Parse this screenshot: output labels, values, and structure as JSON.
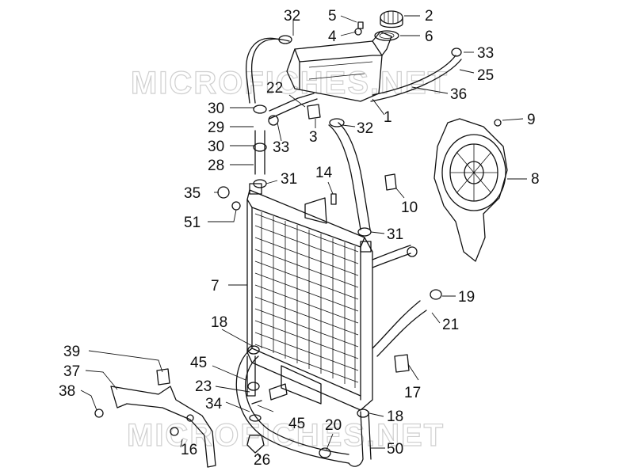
{
  "watermark": "MICROFICHES.NET",
  "callouts": {
    "c2": "2",
    "c3": "3",
    "c4": "4",
    "c5": "5",
    "c6": "6",
    "c7": "7",
    "c8": "8",
    "c9": "9",
    "c10": "10",
    "c14": "14",
    "c16": "16",
    "c17": "17",
    "c18": "18",
    "c19": "19",
    "c20": "20",
    "c21": "21",
    "c22": "22",
    "c23": "23",
    "c25": "25",
    "c26": "26",
    "c28": "28",
    "c29": "29",
    "c30": "30",
    "c31": "31",
    "c32": "32",
    "c33": "33",
    "c34": "34",
    "c35": "35",
    "c36": "36",
    "c37": "37",
    "c38": "38",
    "c39": "39",
    "c45": "45",
    "c50": "50",
    "c51": "51",
    "c1": "1"
  },
  "parts": [
    "radiator",
    "expansion-tank",
    "filler-cap",
    "cooling-fan",
    "hoses",
    "hose-clamps",
    "mounting-bracket",
    "screws"
  ]
}
